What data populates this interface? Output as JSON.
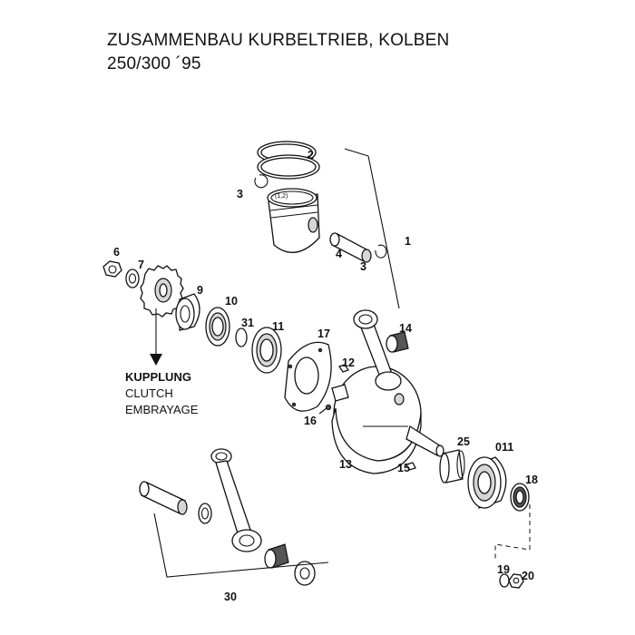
{
  "title_line1": "ZUSAMMENBAU KURBELTRIEB, KOLBEN",
  "title_line2": "250/300 ´95",
  "clutch_label": {
    "de": "KUPPLUNG",
    "en": "CLUTCH",
    "fr": "EMBRAYAGE"
  },
  "piston_mark": "(1,2)",
  "callouts": {
    "c1": "1",
    "c2": "2",
    "c3a": "3",
    "c3b": "3",
    "c4": "4",
    "c6": "6",
    "c7": "7",
    "c9": "9",
    "c10": "10",
    "c31": "31",
    "c11": "11",
    "c17": "17",
    "c14": "14",
    "c12": "12",
    "c16": "16",
    "c13": "13",
    "c15": "15",
    "c25": "25",
    "c011": "011",
    "c18": "18",
    "c19": "19",
    "c20": "20",
    "c30": "30"
  },
  "colors": {
    "ink": "#111111",
    "paper": "#ffffff",
    "shade": "#d6d6d6"
  }
}
